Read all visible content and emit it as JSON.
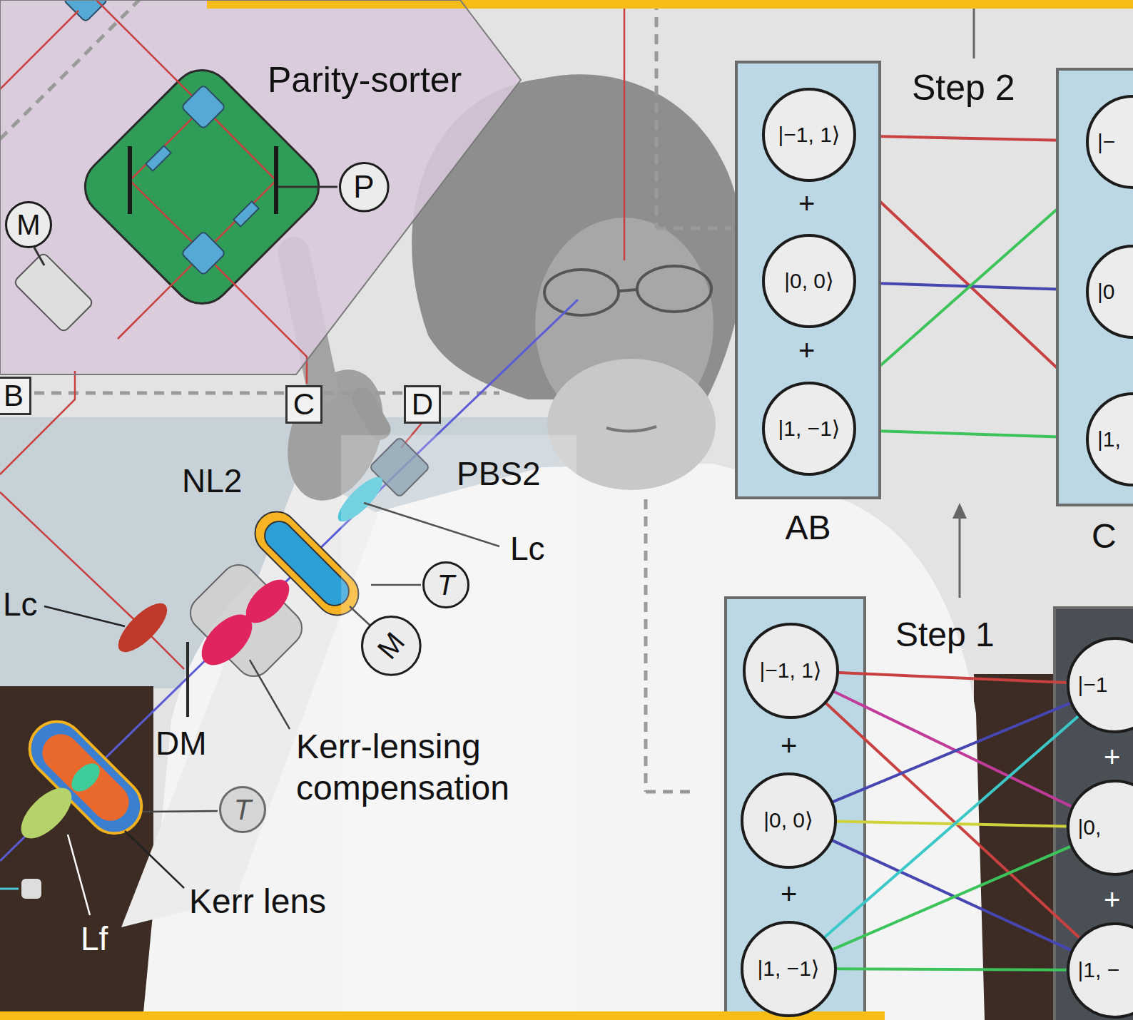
{
  "diagram": {
    "nodes": [
      {
        "text": [
          "Parity-sorter"
        ]
      },
      {
        "text": [
          "M"
        ],
        "in": 0
      },
      {
        "text": [
          "P"
        ],
        "in": 0
      },
      {
        "text": [
          "B"
        ]
      },
      {
        "text": [
          "C"
        ]
      },
      {
        "text": [
          "D"
        ]
      },
      {
        "text": [
          "T"
        ]
      },
      {
        "text": [
          "M"
        ]
      },
      {
        "text": [
          "T"
        ]
      },
      {
        "text": [
          "AB"
        ]
      },
      {
        "text": [
          "|−1, 1⟩"
        ],
        "in": 9
      },
      {
        "text": [
          "|0, 0⟩"
        ],
        "in": 9
      },
      {
        "text": [
          "|1, −1⟩"
        ],
        "in": 9
      },
      {
        "text": [
          "C"
        ]
      },
      {
        "text": [
          "|−"
        ],
        "in": 13
      },
      {
        "text": [
          "|0"
        ],
        "in": 13
      },
      {
        "text": [
          "|1,"
        ],
        "in": 13
      },
      {
        "text": [
          "|−1, 1⟩"
        ]
      },
      {
        "text": [
          "|0, 0⟩"
        ]
      },
      {
        "text": [
          "|1, −1⟩"
        ]
      },
      {
        "text": [
          "|−1"
        ]
      },
      {
        "text": [
          "|0,"
        ]
      },
      {
        "text": [
          "|1, −"
        ]
      }
    ],
    "edges": [
      {
        "from": 10,
        "to": 14,
        "arrow": "none"
      },
      {
        "from": 10,
        "to": 16,
        "arrow": "none"
      },
      {
        "from": 11,
        "to": 15,
        "arrow": "none"
      },
      {
        "from": 12,
        "to": 14,
        "arrow": "none"
      },
      {
        "from": 12,
        "to": 16,
        "arrow": "none"
      },
      {
        "from": 17,
        "to": 20,
        "arrow": "none"
      },
      {
        "from": 17,
        "to": 21,
        "arrow": "none"
      },
      {
        "from": 17,
        "to": 22,
        "arrow": "none"
      },
      {
        "from": 18,
        "to": 20,
        "arrow": "none"
      },
      {
        "from": 18,
        "to": 21,
        "arrow": "none"
      },
      {
        "from": 18,
        "to": 22,
        "arrow": "none"
      },
      {
        "from": 19,
        "to": 20,
        "arrow": "none"
      },
      {
        "from": 19,
        "to": 21,
        "arrow": "none"
      },
      {
        "from": 19,
        "to": 22,
        "arrow": "none"
      }
    ],
    "labels": [
      "Step 2",
      "Step 1",
      "NL2",
      "PBS2",
      "Lc",
      "Lc",
      "DM",
      "Kerr-lensing compensation",
      "Kerr lens",
      "Lf",
      "+",
      "+",
      "+",
      "+",
      "+",
      "+"
    ]
  }
}
